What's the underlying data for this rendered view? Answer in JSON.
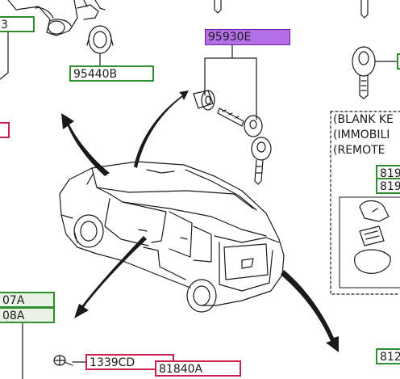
{
  "colors": {
    "green_border": "#2f8f2f",
    "red_border": "#c8224a",
    "purple_fill": "#b46ee6",
    "line": "#1a1a1a"
  },
  "labels": {
    "p3": "3",
    "p95440b": "95440B",
    "p95930e": "95930E",
    "p07a": "07A",
    "p08a": "08A",
    "p1339cd": "1339CD",
    "p81840a": "81840A",
    "p819_1": "819",
    "p819_2": "819",
    "p812": "812"
  },
  "notes": {
    "blank_key": "(BLANK KE",
    "immobil": "(IMMOBILI",
    "remote": "(REMOTE"
  }
}
